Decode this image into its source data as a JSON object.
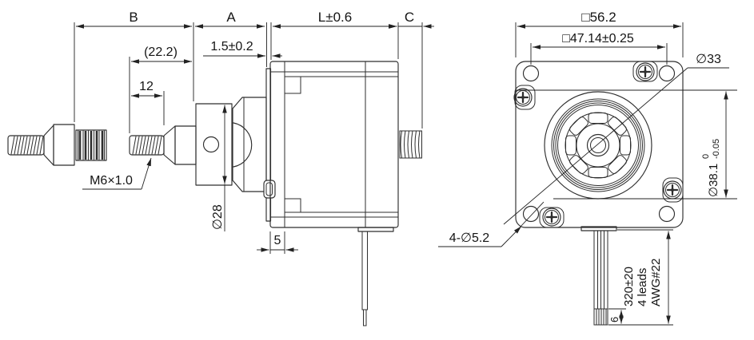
{
  "drawing_type": "stepper-motor-outline-drawing",
  "colors": {
    "ink": "#2e2e2e",
    "dimension": "#222222",
    "background": "#ffffff"
  },
  "side_view": {
    "dim_b": "B",
    "dim_a": "A",
    "dim_l": "L±0.6",
    "dim_c": "C",
    "dim_boss_len": "(22.2)",
    "dim_thread_len": "12",
    "dim_flange_thk": "1.5±0.2",
    "thread_spec": "M6×1.0",
    "dim_shaft_dia": "∅28",
    "dim_front_step": "5"
  },
  "front_view": {
    "dim_frame": "□56.2",
    "dim_hole_spacing": "□47.14±0.25",
    "dim_rotor_dia": "∅33",
    "dim_boss_dia": "∅38.1",
    "dim_boss_tol_upper": "0",
    "dim_boss_tol_lower": "-0.05",
    "dim_mount_holes": "4-∅5.2",
    "dim_lead_len": "320±20",
    "lead_count": "4 leads",
    "wire_gauge": "AWG#22",
    "dim_strip_len": "6"
  }
}
